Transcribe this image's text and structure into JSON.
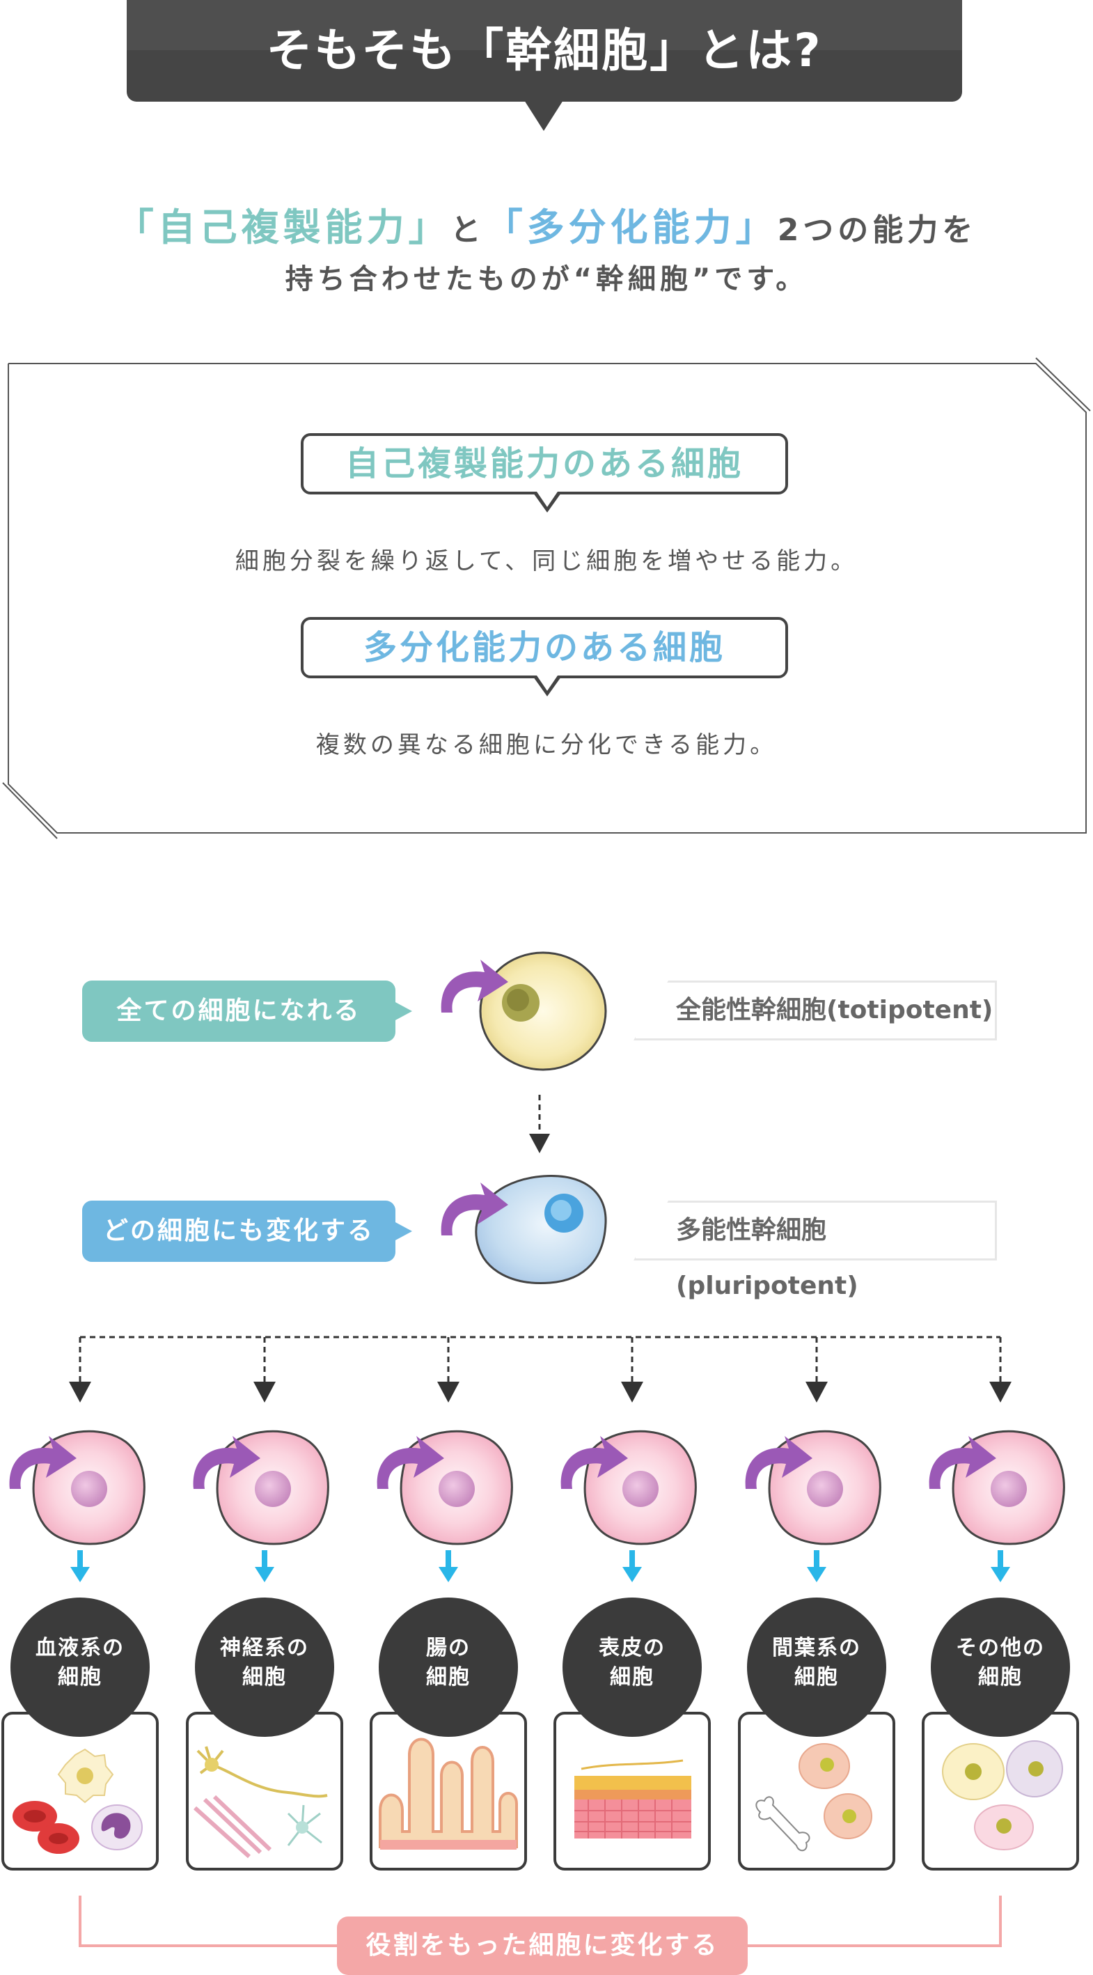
{
  "title": {
    "text": "そもそも「幹細胞」とは?"
  },
  "intro": {
    "self_renewal": "「自己複製能力」",
    "and": "と",
    "multipotency": "「多分化能力」",
    "two_abilities": "2つの能力を",
    "line2": "持ち合わせたものが“幹細胞”です。"
  },
  "definitions": [
    {
      "heading": "自己複製能力のある細胞",
      "description": "細胞分裂を繰り返して、同じ細胞を増やせる能力。"
    },
    {
      "heading": "多分化能力のある細胞",
      "description": "複数の異なる細胞に分化できる能力。"
    }
  ],
  "stages": [
    {
      "pill": "全ての細胞になれる",
      "label": "全能性幹細胞(totipotent)"
    },
    {
      "pill": "どの細胞にも変化する",
      "label": "多能性幹細胞(pluripotent)"
    }
  ],
  "categories": [
    {
      "line1": "血液系の",
      "line2": "細胞"
    },
    {
      "line1": "神経系の",
      "line2": "細胞"
    },
    {
      "line1": "腸の",
      "line2": "細胞"
    },
    {
      "line1": "表皮の",
      "line2": "細胞"
    },
    {
      "line1": "間葉系の",
      "line2": "細胞"
    },
    {
      "line1": "その他の",
      "line2": "細胞"
    }
  ],
  "result": "役割をもった細胞に変化する",
  "colors": {
    "banner": "#454545",
    "teal": "#7fc7c1",
    "blue": "#6eb7e1",
    "pink": "#f4a7a7",
    "arrow_purple": "#9b59b6",
    "arrow_cyan": "#29b6e8"
  }
}
